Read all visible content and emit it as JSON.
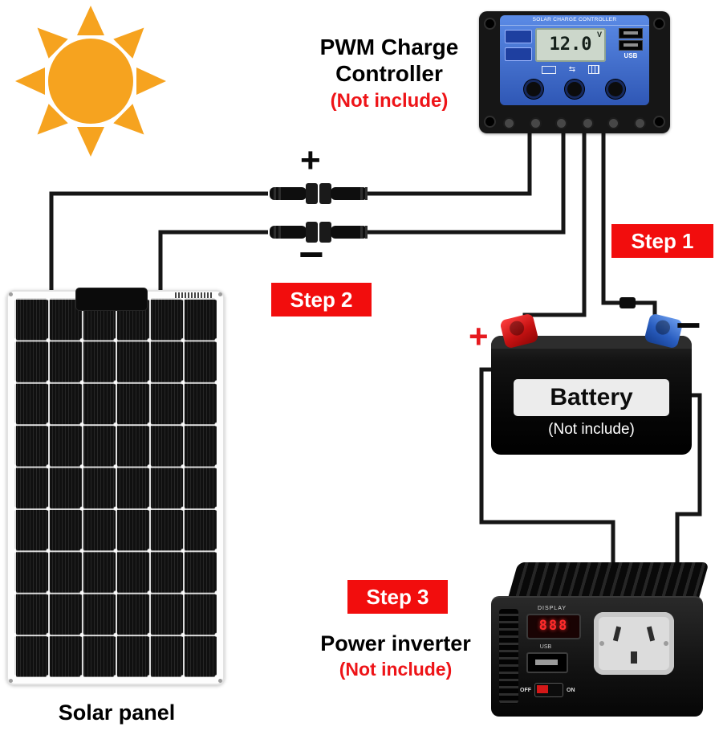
{
  "colors": {
    "step_red": "#f20d0d",
    "note_red": "#ee1418",
    "sun_orange": "#f6a31f",
    "controller_blue": "#3b68cc",
    "terminal_red": "#d81f1f",
    "terminal_blue": "#2a5ec0",
    "led_red": "#ff2b2b",
    "wire_black": "#161616"
  },
  "icons": {
    "transfer_arrows": "⇆"
  },
  "controller": {
    "title_line1": "PWM Charge",
    "title_line2": "Controller",
    "not_include": "(Not include)",
    "header": "SOLAR CHARGE CONTROLLER",
    "lcd_value": "12.0",
    "lcd_unit": "V",
    "usb_label": "USB"
  },
  "steps": {
    "step1": "Step 1",
    "step2": "Step 2",
    "step3": "Step 3"
  },
  "connectors": {
    "plus": "+",
    "minus": "−"
  },
  "battery": {
    "plus": "+",
    "minus": "−",
    "title": "Battery",
    "not_include": "(Not include)"
  },
  "inverter": {
    "title": "Power inverter",
    "not_include": "(Not include)",
    "display_label": "DISPLAY",
    "led_value": "888",
    "usb_label": "USB",
    "off_label": "OFF",
    "on_label": "ON"
  },
  "solar_panel": {
    "title": "Solar panel"
  }
}
